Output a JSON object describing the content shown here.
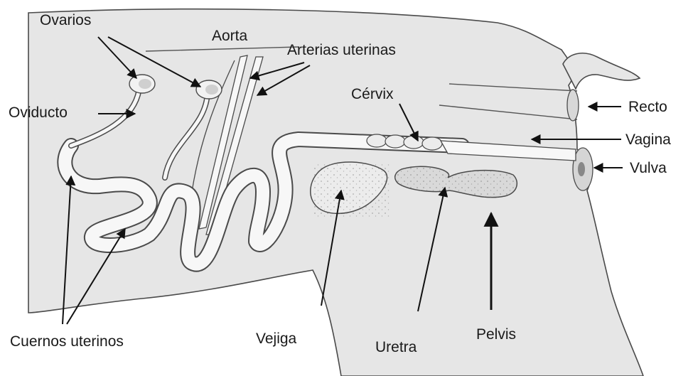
{
  "labels": {
    "ovarios": "Ovarios",
    "aorta": "Aorta",
    "arterias_uterinas": "Arterias uterinas",
    "oviducto": "Oviducto",
    "cervix": "Cérvix",
    "recto": "Recto",
    "vagina": "Vagina",
    "vulva": "Vulva",
    "cuernos_uterinos": "Cuernos uterinos",
    "vejiga": "Vejiga",
    "uretra": "Uretra",
    "pelvis": "Pelvis"
  },
  "colors": {
    "body_fill": "#e6e6e6",
    "organ_fill": "#f7f7f7",
    "bladder_fill": "#d9d9d9",
    "outline": "#4a4a4a",
    "pointer": "#111111"
  }
}
